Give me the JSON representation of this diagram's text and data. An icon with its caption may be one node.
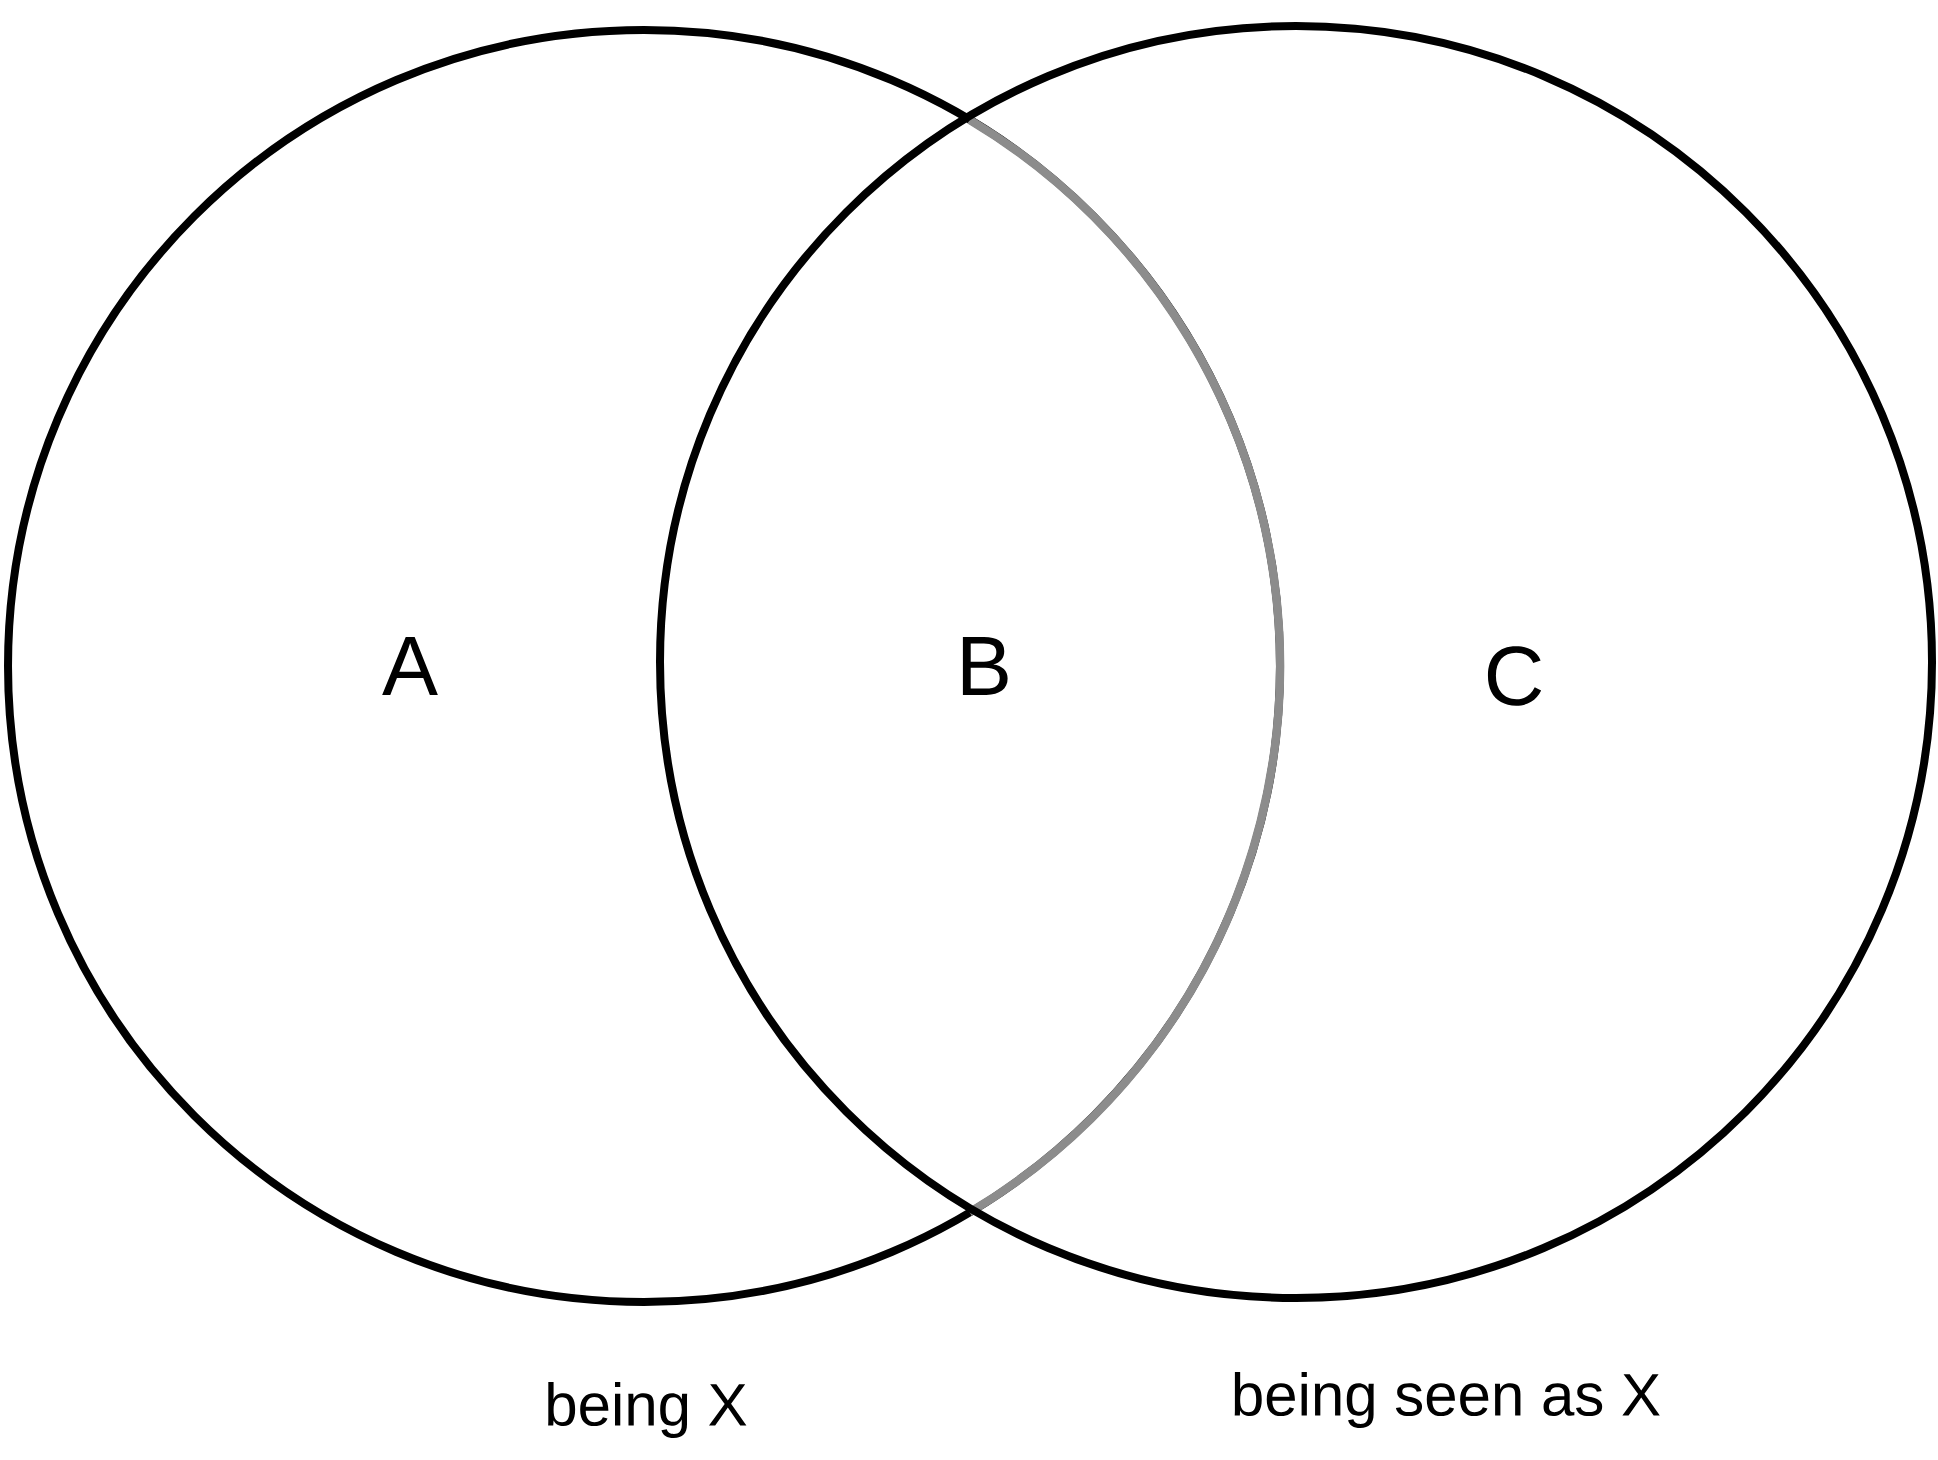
{
  "diagram": {
    "nodes": [
      {
        "text": [
          "being X"
        ]
      },
      {
        "text": [
          "being seen as X"
        ]
      }
    ],
    "labels": [
      "A",
      "B",
      "C"
    ]
  }
}
